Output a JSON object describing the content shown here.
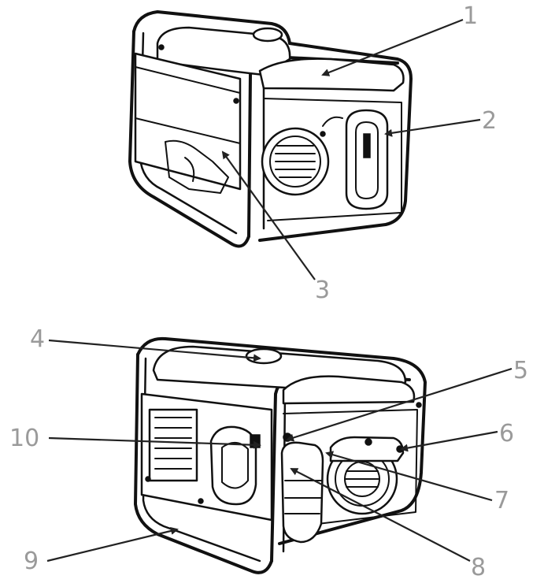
{
  "figure": {
    "labels": [
      {
        "id": "1",
        "text": "1"
      },
      {
        "id": "2",
        "text": "2"
      },
      {
        "id": "3",
        "text": "3"
      },
      {
        "id": "4",
        "text": "4"
      },
      {
        "id": "5",
        "text": "5"
      },
      {
        "id": "6",
        "text": "6"
      },
      {
        "id": "7",
        "text": "7"
      },
      {
        "id": "8",
        "text": "8"
      },
      {
        "id": "9",
        "text": "9"
      },
      {
        "id": "10",
        "text": "10"
      }
    ]
  },
  "colors": {
    "line": "#111111",
    "callout_text": "#9a9a9a",
    "background": "#ffffff"
  }
}
